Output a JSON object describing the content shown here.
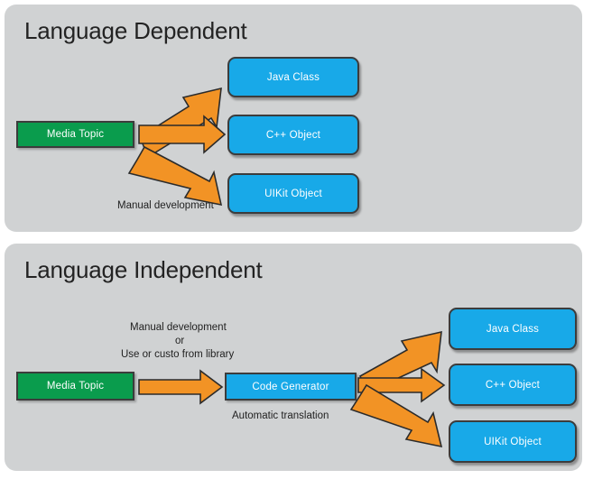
{
  "page": {
    "background_color": "#ffffff",
    "panel_color": "#d0d2d3",
    "accent_orange": "#f29325",
    "node_blue": "#18a9e8",
    "node_green": "#0a9c4d",
    "border_color": "#3c3c3c"
  },
  "panels": [
    {
      "id": "language-dependent",
      "title": "Language Dependent",
      "source": {
        "label": "Media Topic",
        "color": "#0a9c4d"
      },
      "targets": [
        {
          "label": "Java Class",
          "color": "#18a9e8"
        },
        {
          "label": "C++ Object",
          "color": "#18a9e8"
        },
        {
          "label": "UIKit Object",
          "color": "#18a9e8"
        }
      ],
      "captions": [
        {
          "text": "Manual development"
        }
      ]
    },
    {
      "id": "language-independent",
      "title": "Language Independent",
      "source": {
        "label": "Media Topic",
        "color": "#0a9c4d"
      },
      "intermediate": {
        "label": "Code Generator",
        "color": "#18a9e8"
      },
      "targets": [
        {
          "label": "Java Class",
          "color": "#18a9e8"
        },
        {
          "label": "C++ Object",
          "color": "#18a9e8"
        },
        {
          "label": "UIKit Object",
          "color": "#18a9e8"
        }
      ],
      "captions": [
        {
          "text": "Manual development"
        },
        {
          "text": "or"
        },
        {
          "text": "Use or custo from library"
        },
        {
          "text": "Automatic translation"
        }
      ]
    }
  ]
}
